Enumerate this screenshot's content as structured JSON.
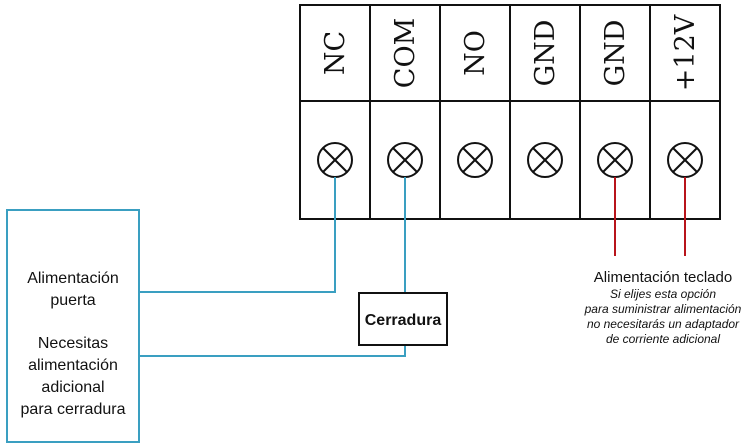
{
  "terminals": [
    {
      "label": "NC"
    },
    {
      "label": "COM"
    },
    {
      "label": "NO"
    },
    {
      "label": "GND"
    },
    {
      "label": "GND"
    },
    {
      "label": "+12V"
    }
  ],
  "power_box": {
    "line1": "Alimentación",
    "line2": "puerta",
    "line3": "Necesitas",
    "line4": "alimentación",
    "line5": "adicional",
    "line6": "para cerradura"
  },
  "lock": {
    "label": "Cerradura"
  },
  "keypad_power": {
    "title": "Alimentación teclado",
    "note1": "Si elijes esta opción",
    "note2": "para suministrar alimentación",
    "note3": "no necesitarás un adaptador",
    "note4": "de corriente adicional"
  },
  "colors": {
    "blue_wire": "#3a9fc1",
    "red_wire": "#b8141b",
    "block": "#111111"
  }
}
